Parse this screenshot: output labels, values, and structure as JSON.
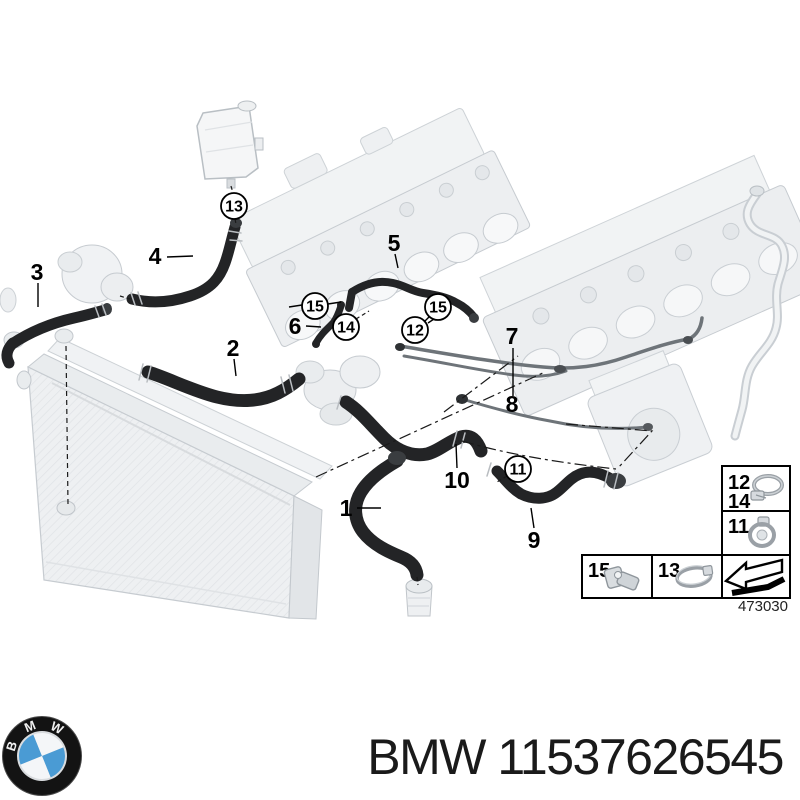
{
  "diagram": {
    "callouts": {
      "n1": "1",
      "n2": "2",
      "n3": "3",
      "n4": "4",
      "n5": "5",
      "n6": "6",
      "n7": "7",
      "n8": "8",
      "n9": "9",
      "n10": "10",
      "c11": "11",
      "c12": "12",
      "c13": "13",
      "c14": "14",
      "c15a": "15",
      "c15b": "15"
    },
    "legend": {
      "row12": "12",
      "row14": "14",
      "row11": "11",
      "cell15": "15",
      "cell13": "13",
      "diagram_number": "473030",
      "icon_names": {
        "i1214": "worm-drive-clamp-icon",
        "i11": "screw-clamp-icon",
        "i15": "spring-clip-icon",
        "i13": "band-clamp-icon",
        "arrow": "direction-arrow-icon"
      }
    }
  },
  "footer": {
    "part_text": "BMW 11537626545",
    "logo": {
      "letters": [
        "B",
        "M",
        "W"
      ],
      "blue": "#4a9bd4",
      "ring": "#131313"
    }
  },
  "colors": {
    "background": "#ffffff",
    "hose": "#232426",
    "ghost_fill": "#eceef0",
    "ghost_line": "#c6cbd0",
    "label": "#000000"
  }
}
